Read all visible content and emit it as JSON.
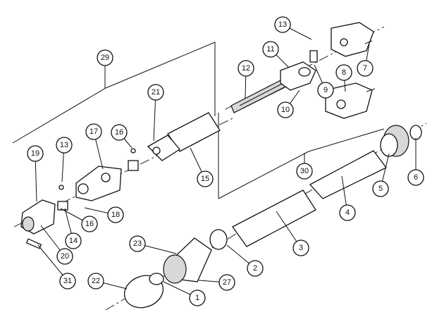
{
  "diagram": {
    "type": "exploded-parts-diagram",
    "callouts": [
      {
        "id": "c1",
        "label": "1"
      },
      {
        "id": "c2",
        "label": "2"
      },
      {
        "id": "c3",
        "label": "3"
      },
      {
        "id": "c4",
        "label": "4"
      },
      {
        "id": "c5",
        "label": "5"
      },
      {
        "id": "c6",
        "label": "6"
      },
      {
        "id": "c7",
        "label": "7"
      },
      {
        "id": "c8",
        "label": "8"
      },
      {
        "id": "c9",
        "label": "9"
      },
      {
        "id": "c10",
        "label": "10"
      },
      {
        "id": "c11",
        "label": "11"
      },
      {
        "id": "c12",
        "label": "12"
      },
      {
        "id": "c13a",
        "label": "13"
      },
      {
        "id": "c13b",
        "label": "13"
      },
      {
        "id": "c14",
        "label": "14"
      },
      {
        "id": "c15",
        "label": "15"
      },
      {
        "id": "c16a",
        "label": "16"
      },
      {
        "id": "c16b",
        "label": "16"
      },
      {
        "id": "c17",
        "label": "17"
      },
      {
        "id": "c18",
        "label": "18"
      },
      {
        "id": "c19",
        "label": "19"
      },
      {
        "id": "c20",
        "label": "20"
      },
      {
        "id": "c21",
        "label": "21"
      },
      {
        "id": "c22",
        "label": "22"
      },
      {
        "id": "c23",
        "label": "23"
      },
      {
        "id": "c27",
        "label": "27"
      },
      {
        "id": "c29",
        "label": "29"
      },
      {
        "id": "c30",
        "label": "30"
      },
      {
        "id": "c31",
        "label": "31"
      }
    ]
  }
}
